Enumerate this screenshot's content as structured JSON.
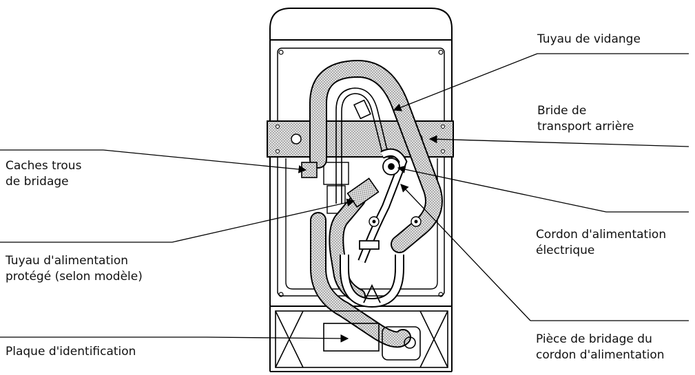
{
  "labels": {
    "drain_hose": [
      "Tuyau de vidange"
    ],
    "rear_bracket": [
      "Bride de",
      "transport arrière"
    ],
    "hole_covers": [
      "Caches trous",
      "de bridage"
    ],
    "power_cord": [
      "Cordon d'alimentation",
      "électrique"
    ],
    "supply_hose": [
      "Tuyau d'alimentation",
      "protégé (selon modèle)"
    ],
    "cord_clamp": [
      "Pièce de bridage du",
      "cordon d'alimentation"
    ],
    "id_plate": [
      "Plaque d'identification"
    ]
  },
  "colors": {
    "line": "#000000",
    "hose_fill": "#d9d9d9",
    "bracket_fill": "#c8c8c8",
    "background": "#ffffff"
  }
}
